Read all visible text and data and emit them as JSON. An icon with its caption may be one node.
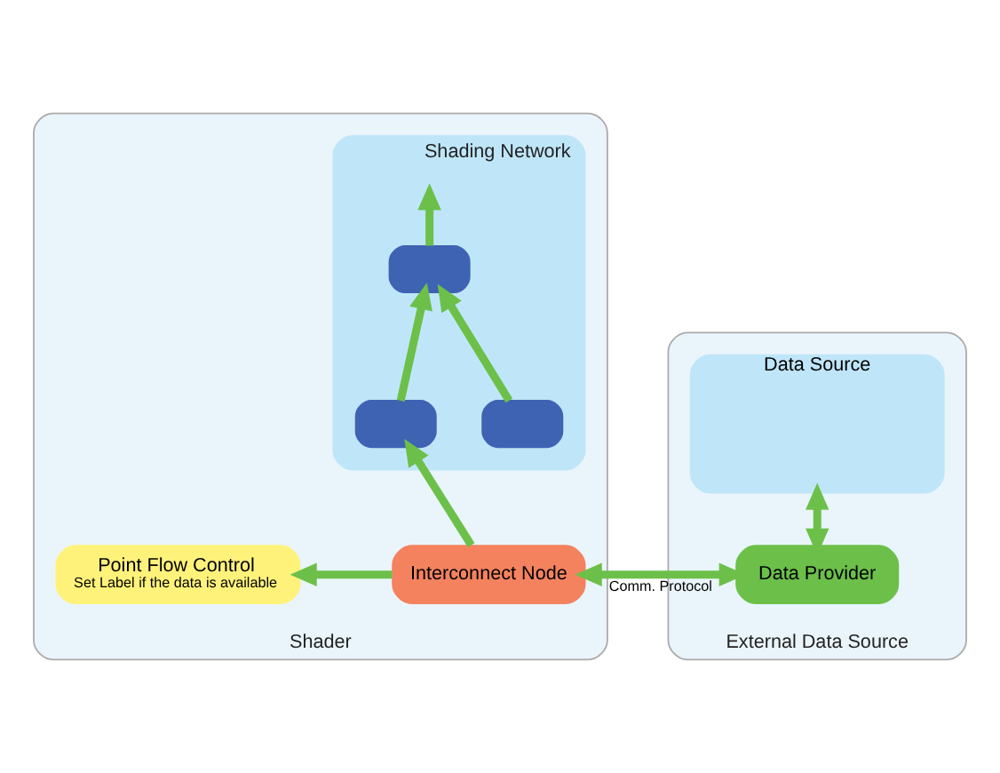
{
  "diagram": {
    "nodes": [
      {
        "text": [
          "Shader"
        ]
      },
      {
        "text": [
          "Shading Network"
        ],
        "in": 0
      },
      {
        "text": [],
        "shape": "box",
        "in": 1
      },
      {
        "text": [],
        "shape": "box",
        "in": 1
      },
      {
        "text": [],
        "shape": "box",
        "in": 1
      },
      {
        "text": [
          "Point Flow Control",
          "Set Label if the data is available"
        ],
        "in": 0
      },
      {
        "text": [
          "Interconnect Node"
        ],
        "in": 0
      },
      {
        "text": [
          "External Data Source"
        ]
      },
      {
        "text": [
          "Data Source"
        ],
        "in": 7
      },
      {
        "text": [
          "Data Provider"
        ],
        "in": 7
      }
    ],
    "edges": [
      {
        "from": 2,
        "to": null,
        "arrow": "to"
      },
      {
        "from": 3,
        "to": 2,
        "arrow": "to"
      },
      {
        "from": 4,
        "to": 2,
        "arrow": "to"
      },
      {
        "from": 6,
        "to": 4,
        "arrow": "to"
      },
      {
        "from": 6,
        "to": 5,
        "arrow": "to"
      },
      {
        "from": 6,
        "to": 9,
        "arrow": "both",
        "label": "Comm. Protocol"
      },
      {
        "from": 8,
        "to": 9,
        "arrow": "both"
      }
    ]
  }
}
